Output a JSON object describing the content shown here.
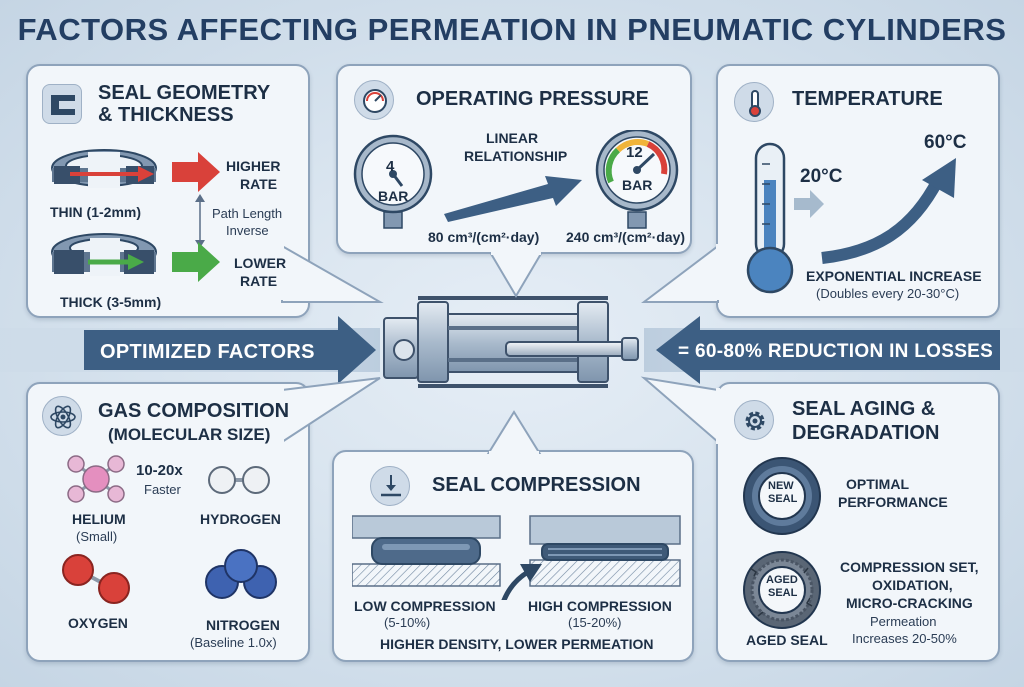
{
  "title": "FACTORS AFFECTING PERMEATION IN PNEUMATIC CYLINDERS",
  "seal_geometry": {
    "title_line1": "SEAL GEOMETRY",
    "title_line2": "& THICKNESS",
    "icon": "seal-profile-icon",
    "thin_label": "THIN (1-2mm)",
    "higher_rate_line1": "HIGHER",
    "higher_rate_line2": "RATE",
    "path_line1": "Path Length",
    "path_line2": "Inverse",
    "thick_label": "THICK (3-5mm)",
    "lower_rate_line1": "LOWER",
    "lower_rate_line2": "RATE"
  },
  "operating_pressure": {
    "title": "OPERATING PRESSURE",
    "icon": "pressure-gauge-icon",
    "gauge_low_value": "4",
    "gauge_low_unit": "BAR",
    "gauge_high_value": "12",
    "gauge_high_unit": "BAR",
    "relationship_line1": "LINEAR",
    "relationship_line2": "RELATIONSHIP",
    "rate_low": "80 cm³/(cm²·day)",
    "rate_high": "240 cm³/(cm²·day)"
  },
  "temperature": {
    "title": "TEMPERATURE",
    "icon": "thermometer-icon",
    "low_temp": "20°C",
    "high_temp": "60°C",
    "increase_label": "EXPONENTIAL INCREASE",
    "increase_note": "(Doubles every 20-30°C)"
  },
  "center": {
    "left_banner": "OPTIMIZED FACTORS",
    "right_banner": "= 60-80% REDUCTION IN LOSSES",
    "cylinder": "pneumatic-cylinder-illustration"
  },
  "gas_composition": {
    "title_line1": "GAS COMPOSITION",
    "title_line2": "(MOLECULAR SIZE)",
    "icon": "atom-icon",
    "speed_line1": "10-20x",
    "speed_line2": "Faster",
    "helium_name": "HELIUM",
    "helium_note": "(Small)",
    "hydrogen_name": "HYDROGEN",
    "oxygen_name": "OXYGEN",
    "nitrogen_name": "NITROGEN",
    "nitrogen_note": "(Baseline 1.0x)"
  },
  "seal_compression": {
    "title": "SEAL COMPRESSION",
    "icon": "compression-arrow-icon",
    "low_label": "LOW COMPRESSION",
    "low_range": "(5-10%)",
    "high_label": "HIGH COMPRESSION",
    "high_range": "(15-20%)",
    "summary": "HIGHER DENSITY, LOWER PERMEATION"
  },
  "seal_aging": {
    "title_line1": "SEAL AGING &",
    "title_line2": "DEGRADATION",
    "icon": "gear-icon",
    "new_seal_line1": "NEW",
    "new_seal_line2": "SEAL",
    "optimal_line1": "OPTIMAL",
    "optimal_line2": "PERFORMANCE",
    "aged_seal_line1": "AGED",
    "aged_seal_line2": "SEAL",
    "effects_line1": "COMPRESSION SET,",
    "effects_line2": "OXIDATION,",
    "effects_line3": "MICRO-CRACKING",
    "aged_label": "AGED SEAL",
    "increase_line1": "Permeation",
    "increase_line2": "Increases 20-50%"
  },
  "colors": {
    "navy": "#1d2f45",
    "title_blue": "#233e63",
    "banner_blue": "#3d5f84",
    "red_arrow": "#d9413a",
    "green_arrow": "#4aaa48",
    "steel": "#8aa2bb"
  }
}
